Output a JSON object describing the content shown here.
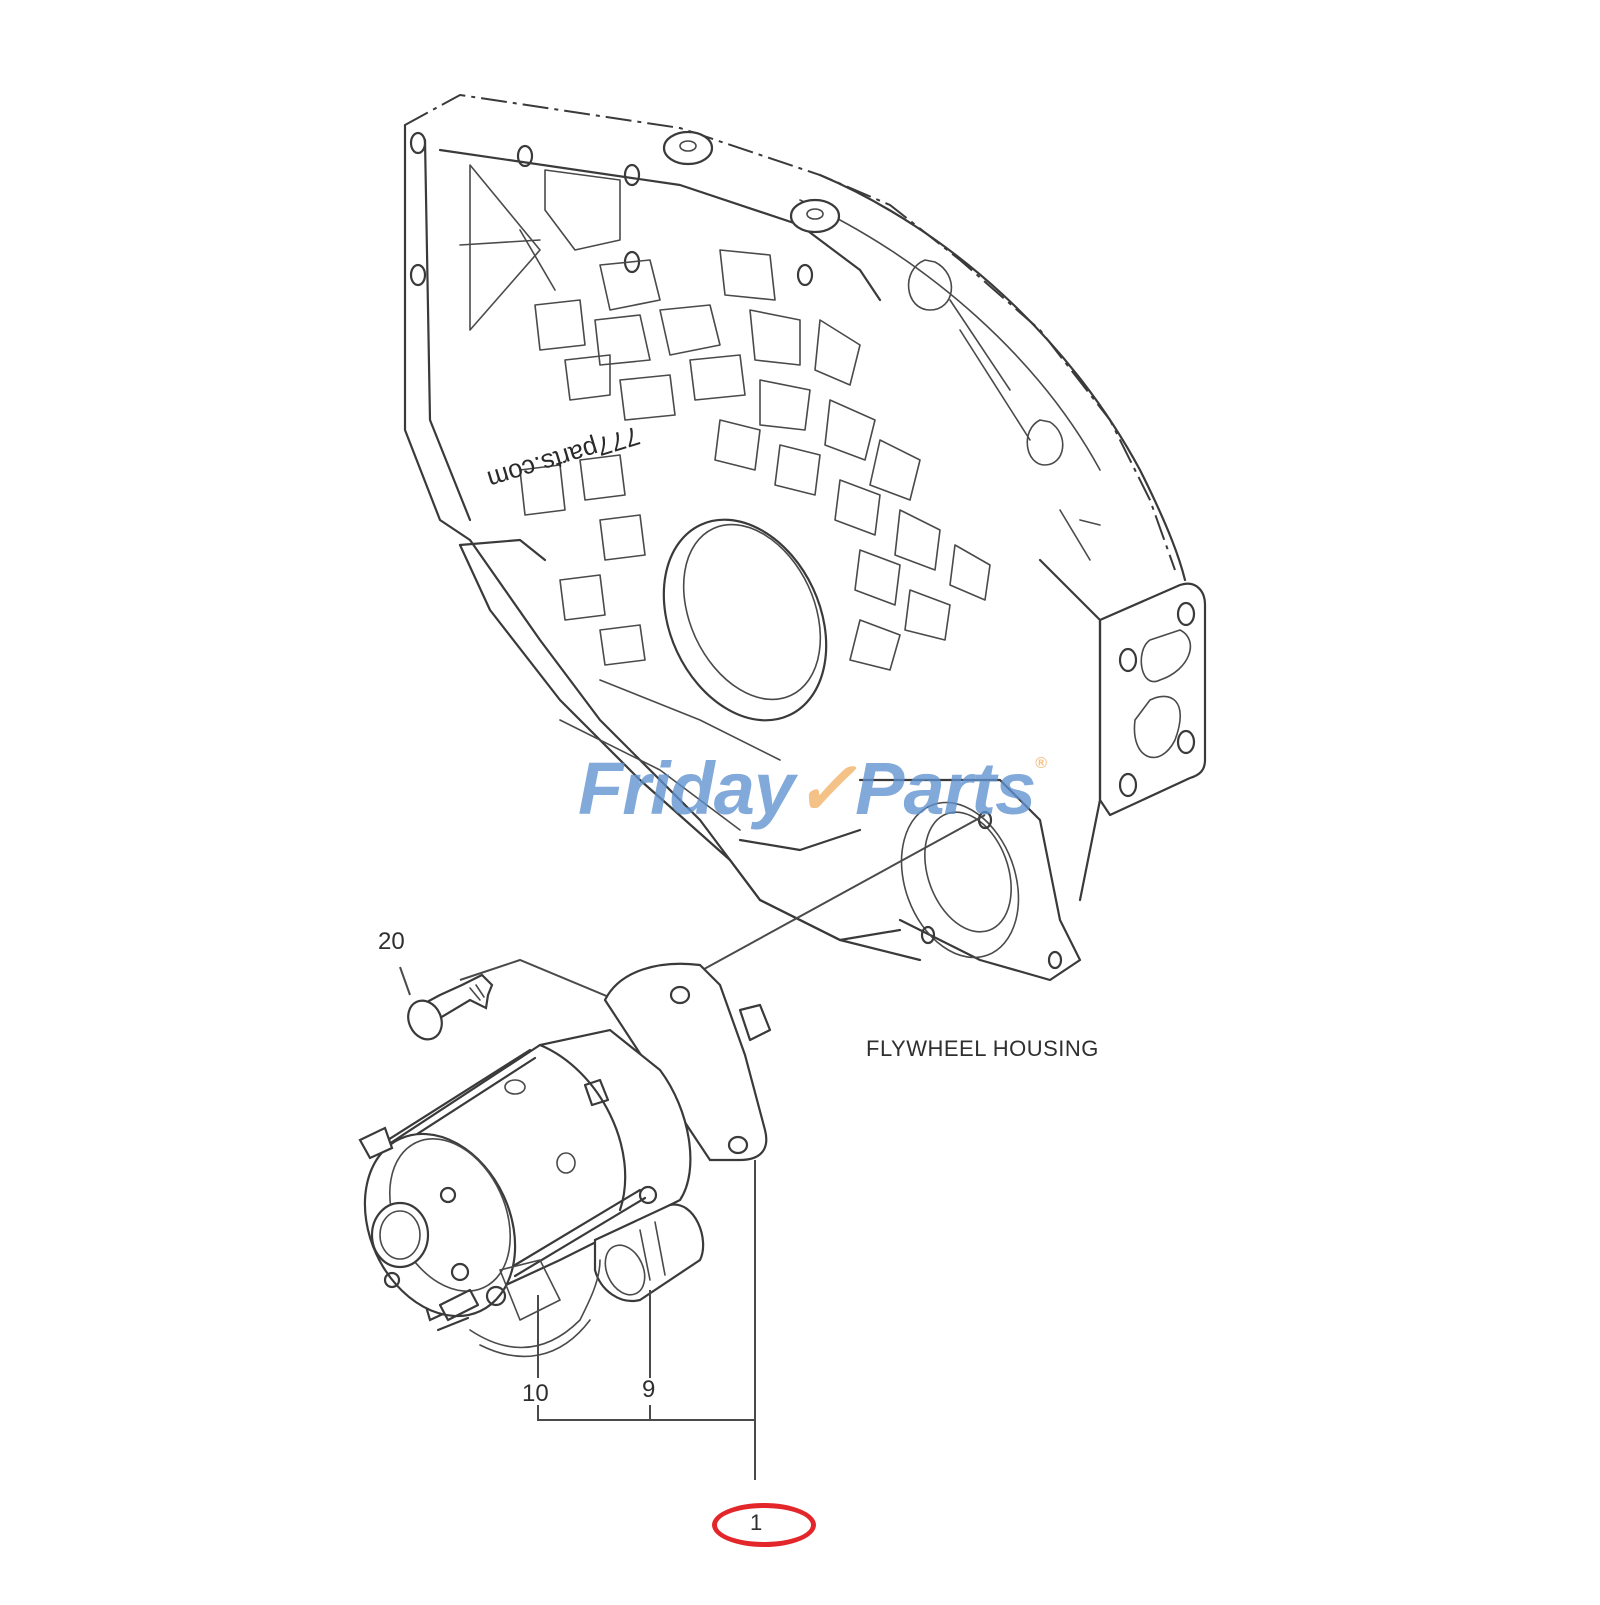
{
  "diagram": {
    "type": "exploded-parts-diagram",
    "subject": "Starter motor mounting to flywheel housing",
    "labels": {
      "flywheel_housing": "FLYWHEEL HOUSING"
    },
    "callouts": [
      {
        "id": "callout-20",
        "number": "20",
        "part": "bolt"
      },
      {
        "id": "callout-10",
        "number": "10",
        "part": "starter solenoid terminal"
      },
      {
        "id": "callout-9",
        "number": "9",
        "part": "solenoid"
      },
      {
        "id": "callout-1",
        "number": "1",
        "part": "starter motor assembly",
        "highlighted": true
      }
    ],
    "highlight_color": "#e3262a"
  },
  "watermarks": {
    "brand_part1": "Friday",
    "brand_check": "✓",
    "brand_part2": "Parts",
    "brand_reg": "®",
    "brand_blue": "#5e92cf",
    "brand_orange": "#f2b066",
    "url_text": "777parts.com"
  }
}
